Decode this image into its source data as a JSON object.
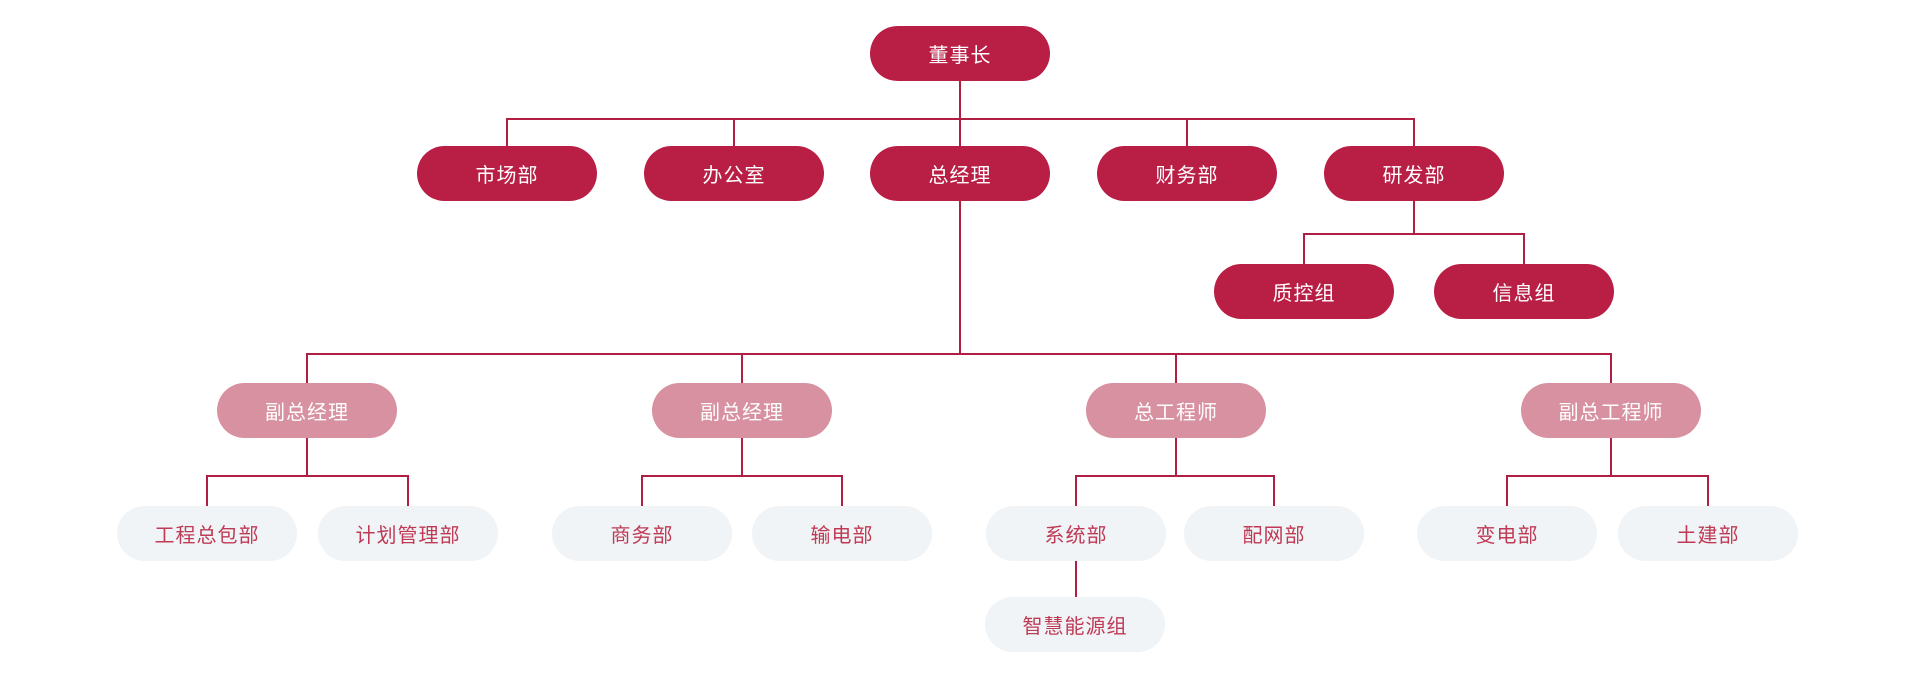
{
  "diagram_type": "org-chart",
  "colors": {
    "primary": "#b91e45",
    "secondary": "#d891a0",
    "light_bg": "#f0f4f7",
    "light_text": "#bf3a55",
    "line": "#b01f43"
  },
  "org": {
    "root": {
      "label": "董事长",
      "children": [
        {
          "label": "市场部"
        },
        {
          "label": "办公室"
        },
        {
          "label": "总经理",
          "children": [
            {
              "label": "副总经理",
              "children": [
                {
                  "label": "工程总包部"
                },
                {
                  "label": "计划管理部"
                }
              ]
            },
            {
              "label": "副总经理",
              "children": [
                {
                  "label": "商务部"
                },
                {
                  "label": "输电部"
                }
              ]
            },
            {
              "label": "总工程师",
              "children": [
                {
                  "label": "系统部",
                  "children": [
                    {
                      "label": "智慧能源组"
                    }
                  ]
                },
                {
                  "label": "配网部"
                }
              ]
            },
            {
              "label": "副总工程师",
              "children": [
                {
                  "label": "变电部"
                },
                {
                  "label": "土建部"
                }
              ]
            }
          ]
        },
        {
          "label": "财务部"
        },
        {
          "label": "研发部",
          "children": [
            {
              "label": "质控组"
            },
            {
              "label": "信息组"
            }
          ]
        }
      ]
    }
  }
}
